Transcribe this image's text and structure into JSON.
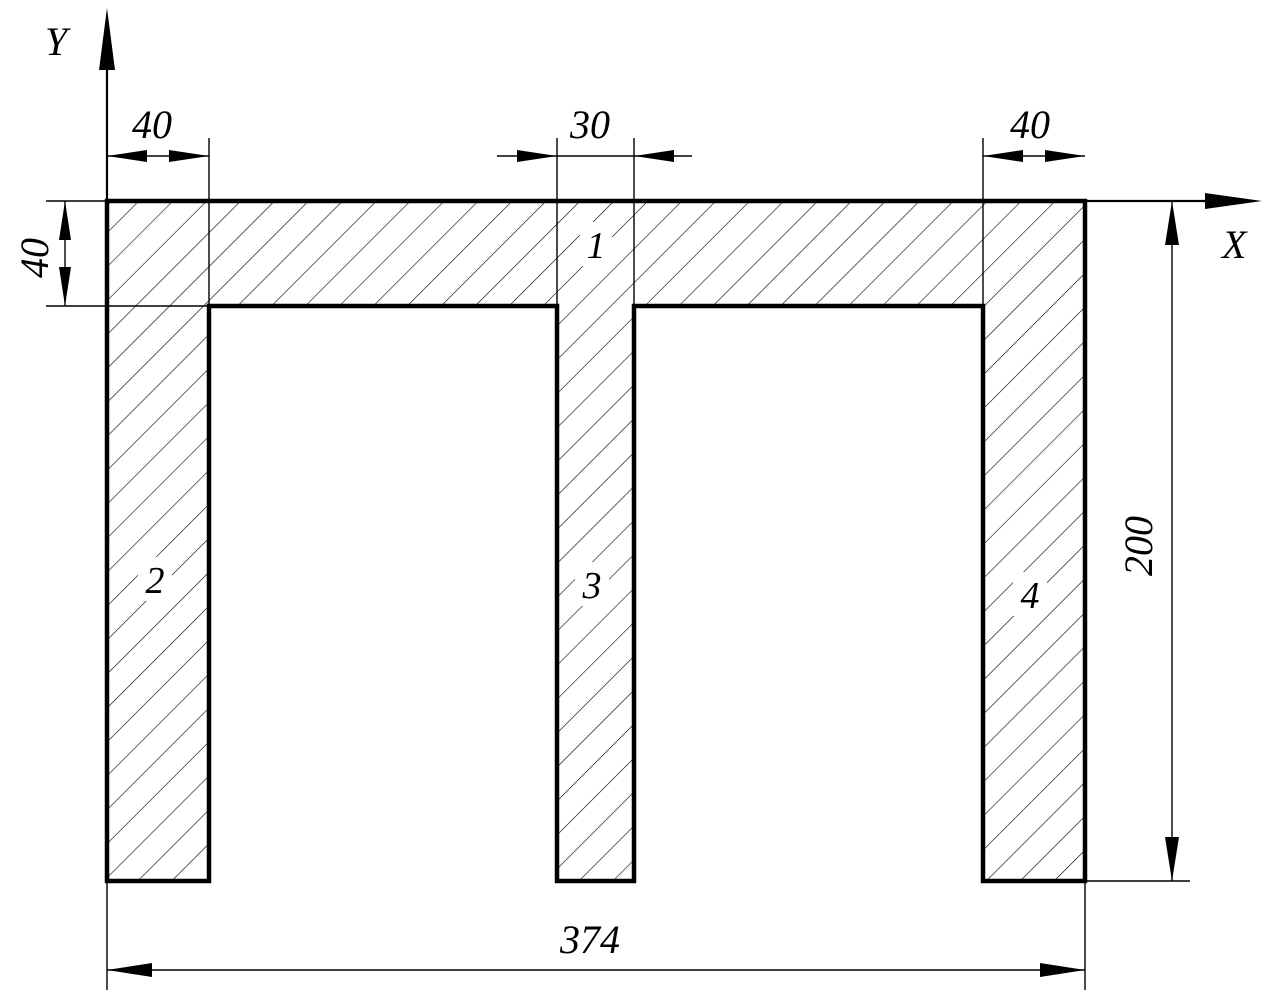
{
  "axes": {
    "x_label": "X",
    "y_label": "Y"
  },
  "dimensions": {
    "left_leg_width": "40",
    "middle_leg_width": "30",
    "right_leg_width": "40",
    "top_flange_thickness": "40",
    "total_height": "200",
    "total_width": "374"
  },
  "parts": {
    "part_1": "1",
    "part_2": "2",
    "part_3": "3",
    "part_4": "4"
  },
  "colors": {
    "line": "#000000",
    "background": "#ffffff"
  }
}
